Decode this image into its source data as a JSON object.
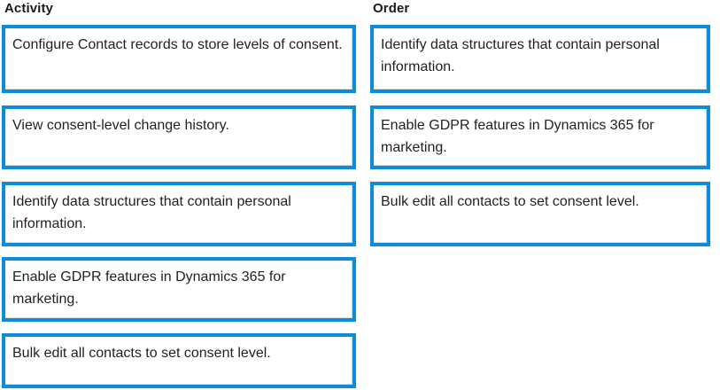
{
  "columns": {
    "activity": {
      "header": "Activity",
      "cards": [
        {
          "text": "Configure Contact records to store levels of consent."
        },
        {
          "text": "View consent-level change history."
        },
        {
          "text": "Identify data structures that contain personal information."
        },
        {
          "text": "Enable GDPR features in Dynamics 365 for marketing."
        },
        {
          "text": "Bulk edit all contacts to set consent level."
        }
      ]
    },
    "order": {
      "header": "Order",
      "cards": [
        {
          "text": "Identify data structures that contain personal information."
        },
        {
          "text": "Enable GDPR features in Dynamics 365 for marketing."
        },
        {
          "text": "Bulk edit all contacts to set consent level."
        }
      ]
    }
  },
  "colors": {
    "card_border": "#0f8cd9",
    "card_background": "#ffffff",
    "text": "#231f20",
    "header_text": "#1a1a1a",
    "page_background": "#ffffff"
  }
}
